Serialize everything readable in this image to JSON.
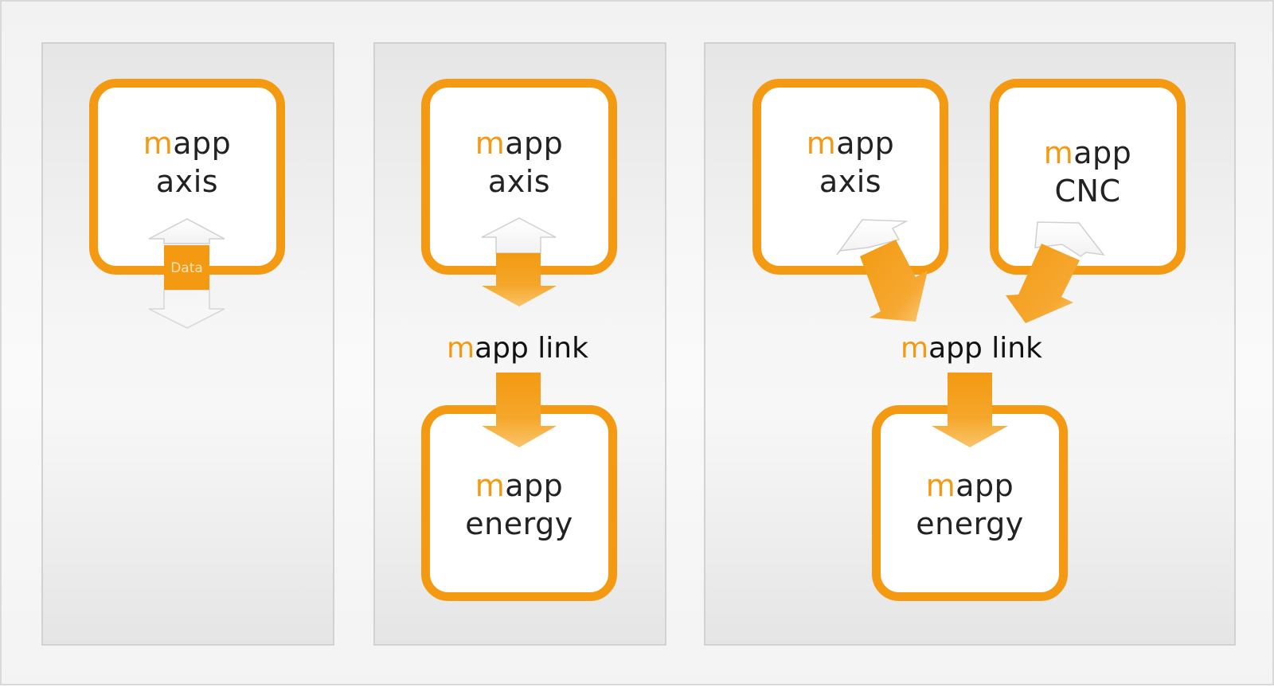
{
  "diagram": {
    "panel1": {
      "axis_box": {
        "accent": "m",
        "rest": "app",
        "line2": "axis"
      },
      "data_label": "Data"
    },
    "panel2": {
      "axis_box": {
        "accent": "m",
        "rest": "app",
        "line2": "axis"
      },
      "link": {
        "accent": "m",
        "rest": "app link"
      },
      "energy_box": {
        "accent": "m",
        "rest": "app",
        "line2": "energy"
      }
    },
    "panel3": {
      "axis_box": {
        "accent": "m",
        "rest": "app",
        "line2": "axis"
      },
      "cnc_box": {
        "accent": "m",
        "rest": "app",
        "line2": "CNC"
      },
      "link": {
        "accent": "m",
        "rest": "app link"
      },
      "energy_box": {
        "accent": "m",
        "rest": "app",
        "line2": "energy"
      }
    }
  },
  "colors": {
    "accent": "#f39a12",
    "text": "#222222",
    "panel_border": "#d2d2d2"
  }
}
